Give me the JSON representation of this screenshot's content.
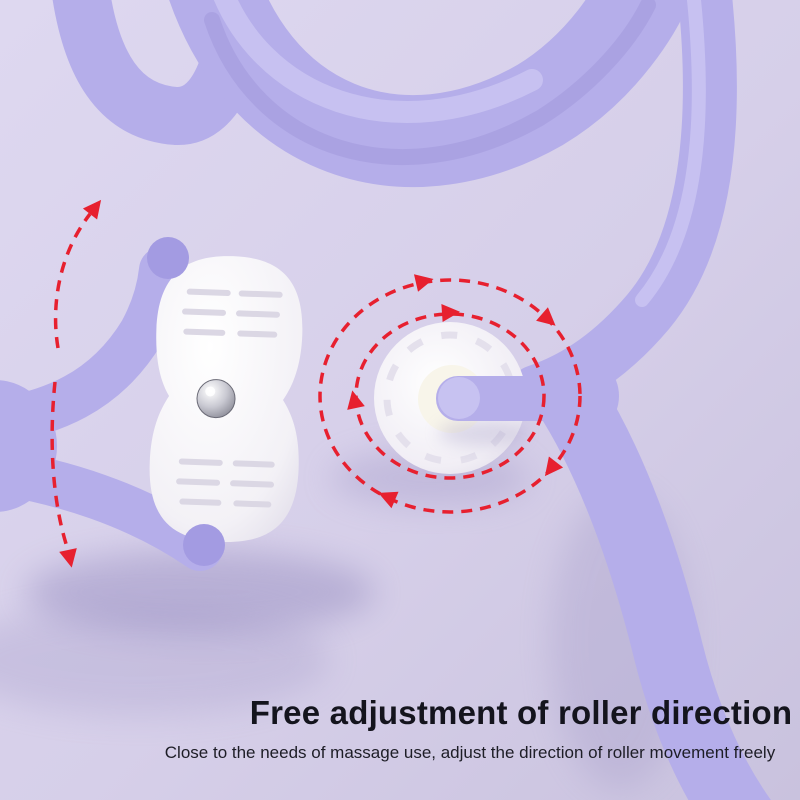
{
  "caption": {
    "title": "Free adjustment of roller direction",
    "subtitle": "Close to the needs of massage use, adjust the direction of roller movement freely"
  },
  "colors": {
    "background_top": "#ded8f0",
    "background_bottom": "#c9c2de",
    "tool_purple": "#b5aeea",
    "tool_purple_dark": "#a39be2",
    "tool_highlight": "#d6d1f6",
    "roller_white": "#f4f2f7",
    "arrow_red": "#e7202f",
    "title_text": "#14141d",
    "subtitle_text": "#1d1d26"
  },
  "icons": {
    "left_rotation_arrows": "red dashed curved arrows (vertical spin direction)",
    "right_rotation_arrows": "red dashed concentric circle arrows (free rotation)"
  }
}
